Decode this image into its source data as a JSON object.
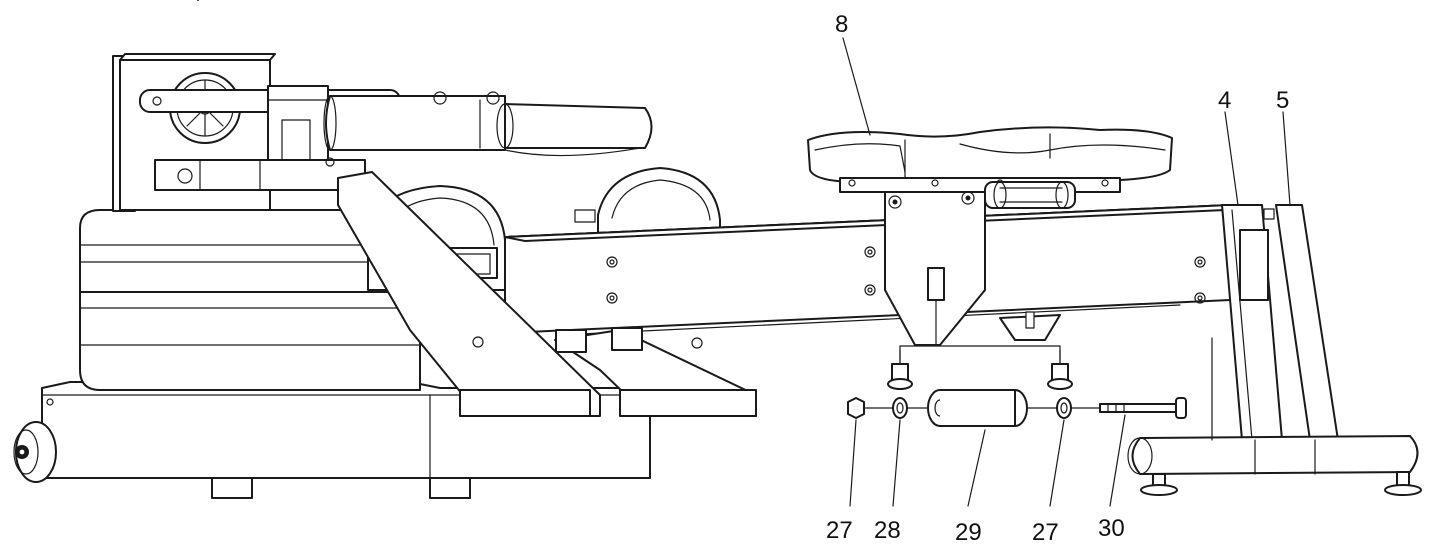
{
  "callouts": {
    "seat": "8",
    "rail_support_front": "4",
    "rail_support_rear": "5",
    "bolt_nut_left": "27",
    "washer": "28",
    "roller": "29",
    "bolt_nut_right": "27",
    "axle_bolt": "30"
  }
}
